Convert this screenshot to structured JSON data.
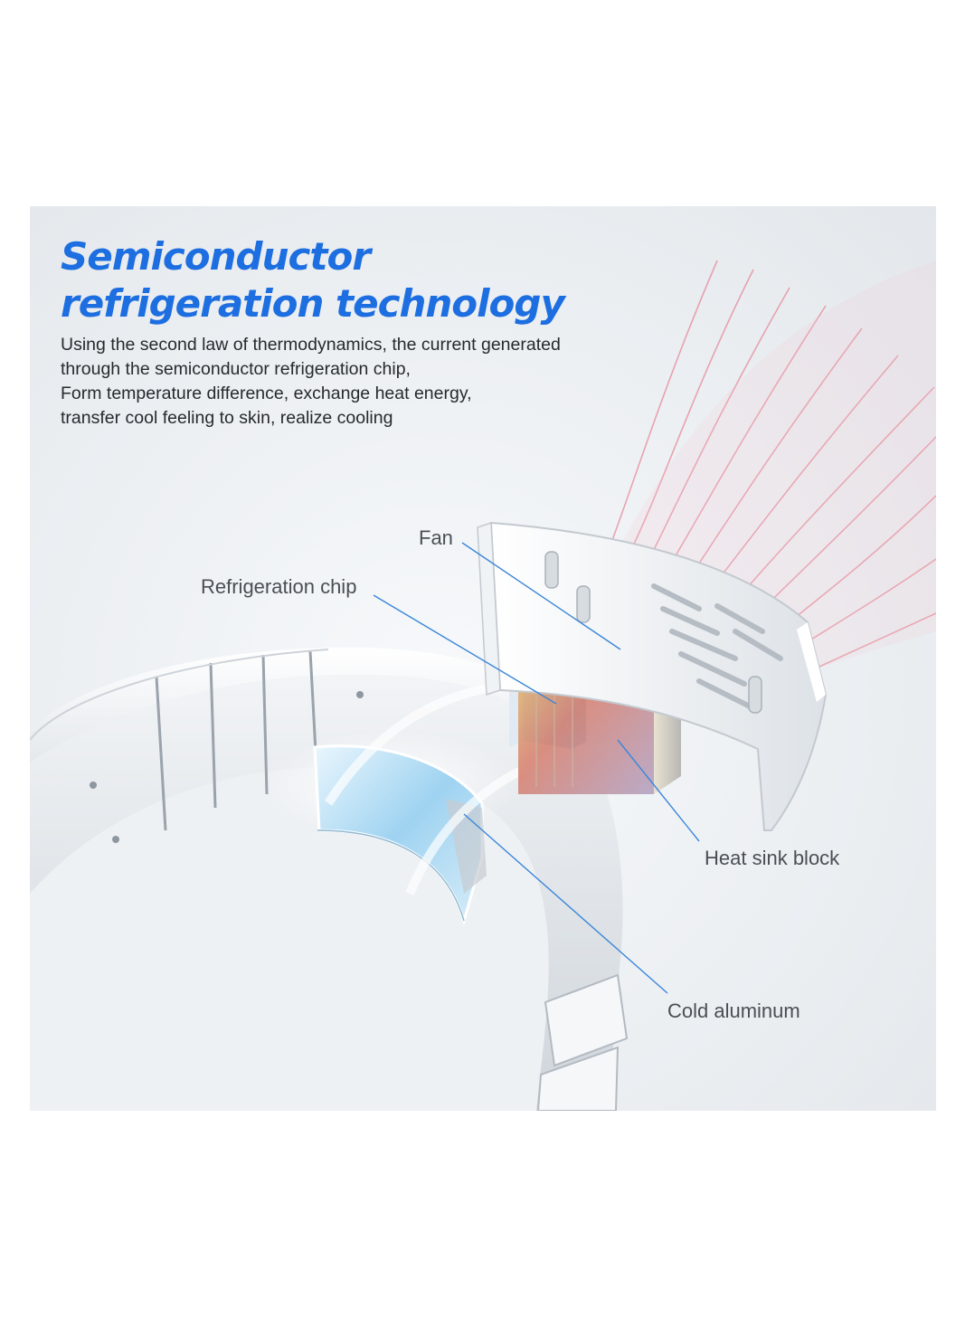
{
  "headline": {
    "line1": "Semiconductor",
    "line2": "refrigeration technology"
  },
  "description": {
    "lines": [
      "Using the second law of thermodynamics, the current generated",
      "through the semiconductor refrigeration chip,",
      "Form temperature difference, exchange heat energy,",
      "transfer cool feeling to skin, realize cooling"
    ]
  },
  "callouts": {
    "fan": "Fan",
    "refrigeration_chip": "Refrigeration chip",
    "heat_sink_block": "Heat sink block",
    "cold_aluminum": "Cold aluminum"
  },
  "colors": {
    "headline": "#1d6ee0",
    "body_text": "#262a2e",
    "callout_text": "#4a4f55",
    "leader_line": "#3a86d8",
    "airflow": "#e58a98",
    "cooling_pad": "#7cc4ec",
    "chip": "#1f8fe6"
  }
}
